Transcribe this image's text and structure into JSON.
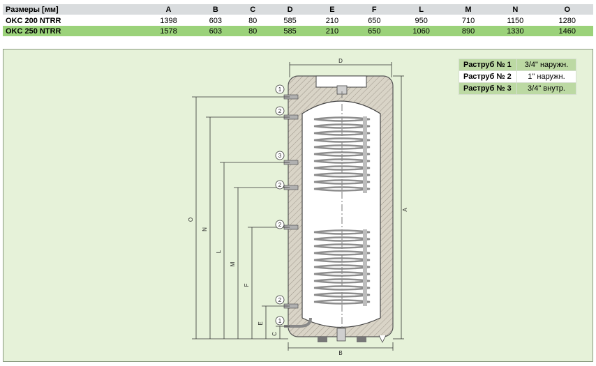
{
  "table": {
    "header_label": "Размеры [мм]",
    "columns": [
      "A",
      "B",
      "C",
      "D",
      "E",
      "F",
      "L",
      "M",
      "N",
      "O"
    ],
    "rows": [
      {
        "model": "OKC 200 NTRR",
        "values": [
          "1398",
          "603",
          "80",
          "585",
          "210",
          "650",
          "950",
          "710",
          "1150",
          "1280"
        ]
      },
      {
        "model": "OKC 250 NTRR",
        "values": [
          "1578",
          "603",
          "80",
          "585",
          "210",
          "650",
          "1060",
          "890",
          "1330",
          "1460"
        ]
      }
    ]
  },
  "legend": [
    {
      "label": "Раструб № 1",
      "value": "3/4\" наружн."
    },
    {
      "label": "Раструб № 2",
      "value": "1\" наружн."
    },
    {
      "label": "Раструб № 3",
      "value": "3/4\" внутр."
    }
  ],
  "diagram": {
    "dim_labels": {
      "D": "D",
      "A": "A",
      "B": "B",
      "O": "O",
      "N": "N",
      "L": "L",
      "M": "M",
      "F": "F",
      "E": "E",
      "C": "C"
    },
    "connector_numbers": [
      "1",
      "2",
      "3",
      "2",
      "2",
      "2",
      "1"
    ]
  },
  "colors": {
    "header_row": "#d9dcde",
    "highlight_row": "#9bd27a",
    "panel_bg": "#e6f2d9",
    "insulation": "#d7d2c6",
    "tank": "#ffffff",
    "coil": "#9a9a9a"
  }
}
